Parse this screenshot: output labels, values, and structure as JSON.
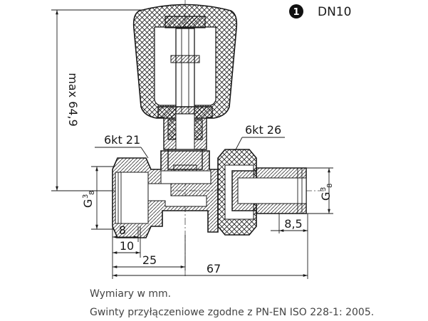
{
  "badge": {
    "number": "1",
    "label": "DN10"
  },
  "dimensions": {
    "height_max": "max 64,9",
    "hex_left": "6kt 21",
    "hex_right": "6kt 26",
    "thread_left_prefix": "G",
    "thread_left_num": "3",
    "thread_left_den": "8",
    "thread_right_prefix": "G",
    "thread_right_num": "3",
    "thread_right_den": "8",
    "d8": "8",
    "d10": "10",
    "d25": "25",
    "d67": "67",
    "d85": "8,5"
  },
  "captions": {
    "units": "Wymiary w mm.",
    "standard": "Gwinty przyłączeniowe zgodne z PN-EN ISO 228-1: 2005."
  },
  "colors": {
    "line": "#1a1a1a",
    "badge": "#111111",
    "caption": "#444444",
    "hatch": "#1a1a1a"
  }
}
